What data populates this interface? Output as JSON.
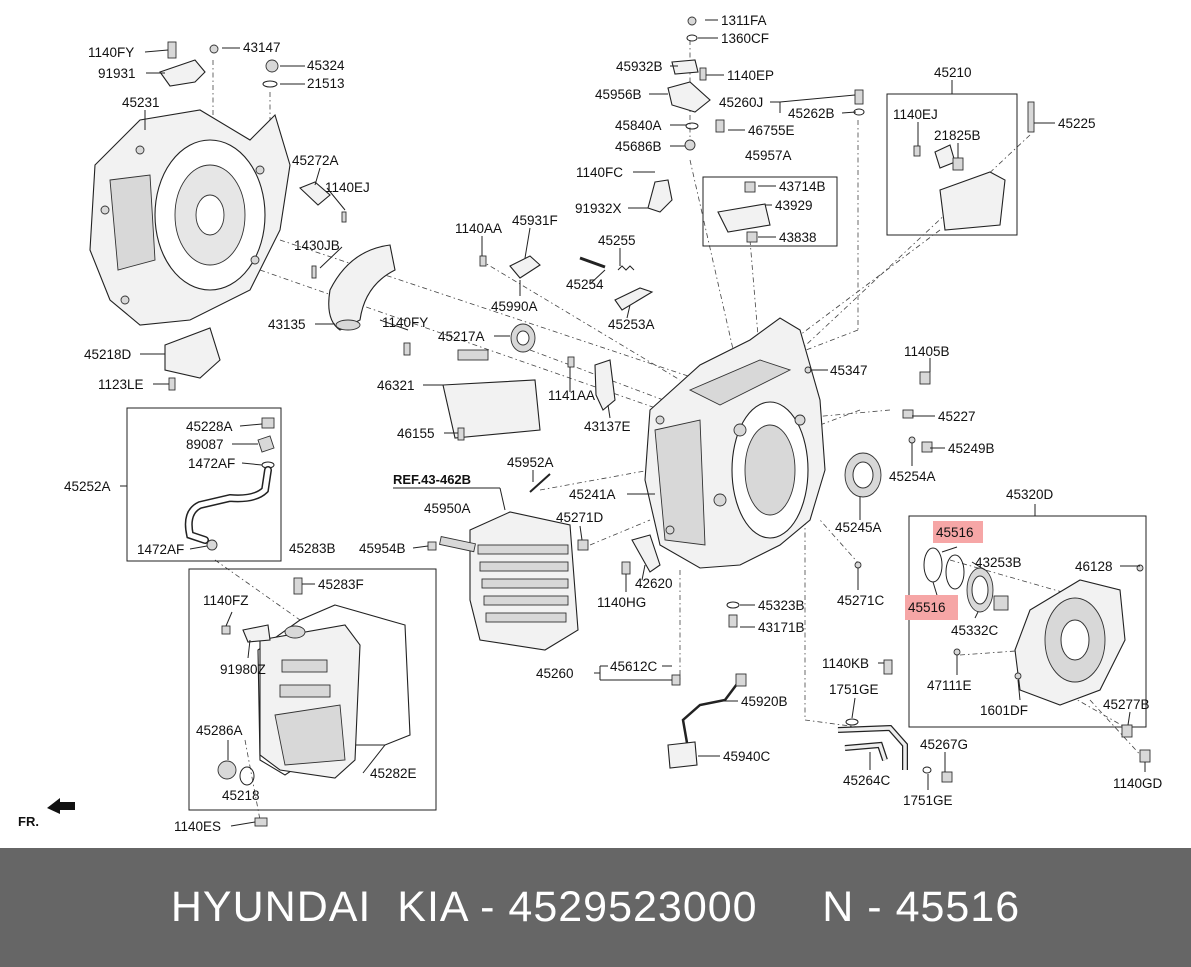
{
  "diagram": {
    "labels": [
      "1140FY",
      "43147",
      "91931",
      "45324",
      "21513",
      "45231",
      "45272A",
      "1140EJ",
      "1430JB",
      "43135",
      "1140FY",
      "45218D",
      "1123LE",
      "45228A",
      "89087",
      "1472AF",
      "45252A",
      "1472AF",
      "45283B",
      "45283F",
      "1140FZ",
      "91980Z",
      "45286A",
      "45218",
      "45282E",
      "1140ES",
      "REF.43-462B",
      "45950A",
      "45954B",
      "1311FA",
      "1360CF",
      "45932B",
      "1140EP",
      "45956B",
      "45260J",
      "45262B",
      "45840A",
      "46755E",
      "45686B",
      "45957A",
      "1140FC",
      "43714B",
      "91932X",
      "43929",
      "43838",
      "1140AA",
      "45931F",
      "45255",
      "45254",
      "45990A",
      "45253A",
      "45217A",
      "46321",
      "46155",
      "1141AA",
      "43137E",
      "45952A",
      "45241A",
      "45271D",
      "42620",
      "1140HG",
      "45323B",
      "43171B",
      "45612C",
      "45260",
      "45920B",
      "45940C",
      "45210",
      "1140EJ",
      "21825B",
      "45225",
      "45347",
      "11405B",
      "45227",
      "45249B",
      "45254A",
      "45245A",
      "45271C",
      "45320D",
      "45516",
      "43253B",
      "46128",
      "45516",
      "45332C",
      "47111E",
      "1601DF",
      "1140KB",
      "1751GE",
      "45264C",
      "45267G",
      "1751GE",
      "45277B",
      "1140GD"
    ],
    "highlight": "45516",
    "direction_label": "FR."
  },
  "footer": {
    "text": "HYUNDAI  KIA - 4529523000     N - 45516"
  }
}
